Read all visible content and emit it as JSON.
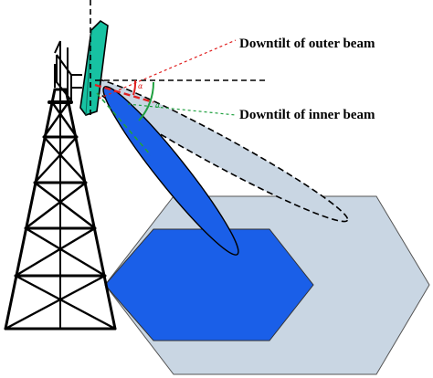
{
  "labels": {
    "outer_beam": "Downtilt of outer beam",
    "inner_beam": "Downtilt of inner beam",
    "outer_angle_symbol": "α",
    "inner_angle_symbol": "α"
  },
  "colors": {
    "outer_cell_fill": "#c9d6e3",
    "inner_cell_fill": "#1a5fe8",
    "outer_beam_fill": "#c9d6e3",
    "inner_beam_fill": "#1a5fe8",
    "antenna_fill": "#17c2a2",
    "outer_tilt_line": "#e02020",
    "inner_tilt_line": "#20a040",
    "structure_stroke": "#000000"
  },
  "icons": {
    "tower": "lattice-tower-icon",
    "antenna": "panel-antenna-icon"
  }
}
